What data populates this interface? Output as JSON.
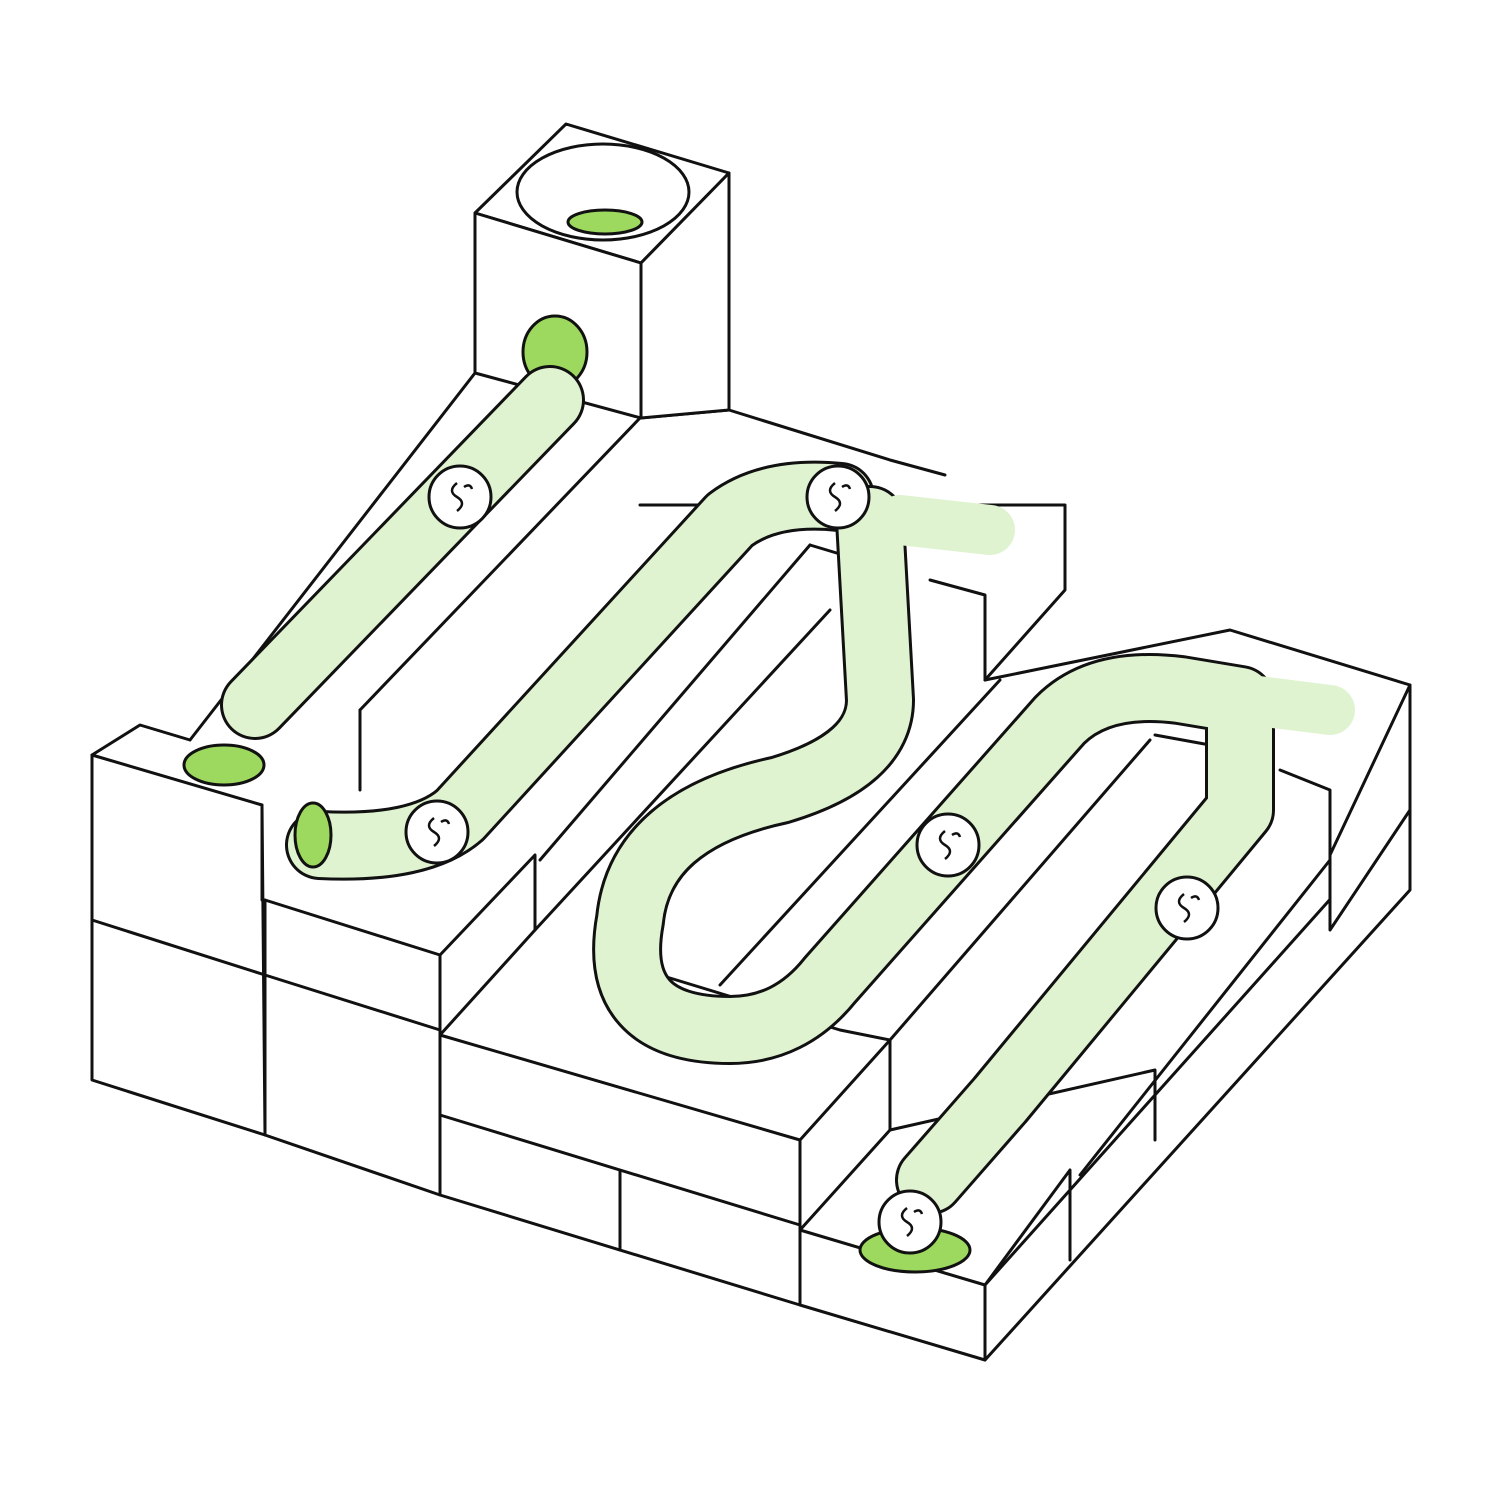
{
  "colors": {
    "background": "#ffffff",
    "outline": "#111111",
    "track_fill": "#e0f3d0",
    "hole_green": "#9ed95f",
    "marble": "#ffffff"
  },
  "marbles": [
    {
      "icon": "swirl-marble"
    },
    {
      "icon": "swirl-marble"
    },
    {
      "icon": "swirl-marble"
    },
    {
      "icon": "swirl-marble"
    },
    {
      "icon": "swirl-marble"
    },
    {
      "icon": "swirl-marble"
    }
  ]
}
